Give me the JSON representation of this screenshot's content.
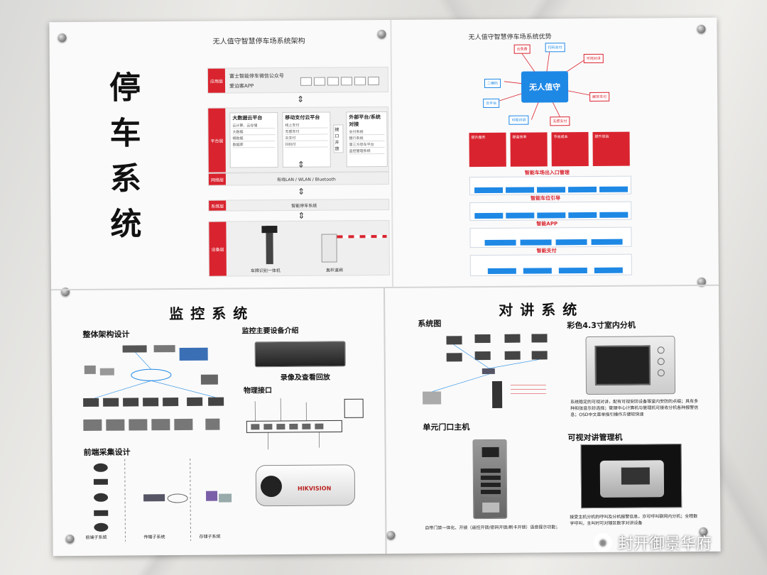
{
  "parking": {
    "big_title": [
      "停",
      "车",
      "系",
      "统"
    ],
    "arch_title": "无人值守智慧停车场系统架构",
    "app_layer": {
      "tag": "应用层",
      "line1": "富士智能停车微信公众号",
      "line2": "爱泊客APP"
    },
    "platform_layer": {
      "tag": "平台层",
      "bigdata": "大数据云平台",
      "bigdata_items": [
        "云计算、云存储",
        "大数据",
        "模数据",
        "数据库"
      ],
      "payment": "移动支付云平台",
      "payment_items": [
        "线上支付",
        "无感支付",
        "云支付",
        "扫码付"
      ],
      "interface": "接口开放",
      "external": "外部平台/系统对接",
      "external_items": [
        "支付系统",
        "银行系统",
        "第三方停车平台",
        "监控管理系统"
      ]
    },
    "network_layer": {
      "tag": "网络层",
      "text": "有线LAN / WLAN / Bluetooth"
    },
    "system_layer": {
      "tag": "系统层",
      "text": "智能停车系统"
    },
    "device_layer": {
      "tag": "设备层",
      "cam": "车牌识别一体机",
      "gate": "直杆道闸"
    }
  },
  "advantages": {
    "title": "无人值守智慧停车场系统优势",
    "center": "无人值守",
    "nodes": [
      "云免费",
      "扫码支付",
      "可视对讲",
      "解放支付",
      "二维码",
      "云平台",
      "可视对讲",
      "无感支付"
    ],
    "cards": [
      "提升服务",
      "提高效率",
      "节省成本",
      "提升体验"
    ],
    "sections": [
      "智能车场出入口管理",
      "智能车位引导",
      "智能APP",
      "智能支付"
    ]
  },
  "monitor": {
    "title": "监控系统",
    "arch": "整体架构设计",
    "devices": "监控主要设备介绍",
    "replay": "录像及查看回放",
    "iface": "物理接口",
    "front": "前端采集设计",
    "brand": "HIKVISION",
    "labels": [
      "前端子系统",
      "传输子系统",
      "存储子系统"
    ]
  },
  "intercom": {
    "title": "对讲系统",
    "diagram": "系统图",
    "indoor": "彩色4.3寸室内分机",
    "indoor_desc": "系统稳定的可视对讲，配有可视安防设备等室内安防的点缀；具有多种和弦音乐铃选择；管理中心计算机与管理机可接收分机各种报警信息；OSD中文菜单指引操作方便较快速",
    "door": "单元门口主机",
    "door_desc": "自带门禁一体化、开锁（遥控开锁/密码开锁/刷卡开锁）语音提示功能；",
    "manager": "可视对讲管理机",
    "manager_desc": "接受主机分机的呼叫及分机报警信息，亦可呼叫联网内分机；全程数字呼叫，主叫时可对辖区数字对讲设备"
  },
  "watermark": "封开御景华府",
  "colors": {
    "accent_red": "#d9242f",
    "accent_blue": "#1e88e5"
  }
}
